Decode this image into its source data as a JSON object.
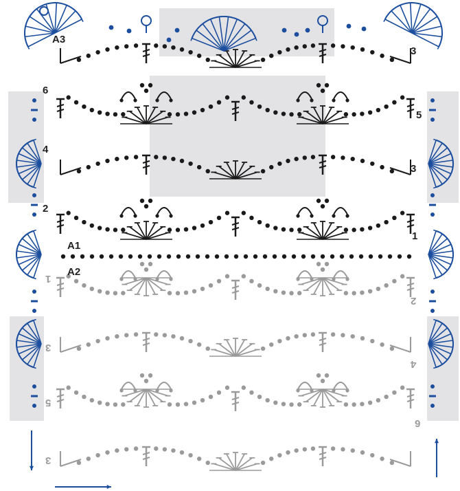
{
  "chart_data": {
    "type": "crochet-chart",
    "section_labels": [
      "A1",
      "A2",
      "A3"
    ],
    "row_labels_upper": [
      "1",
      "2",
      "3",
      "4",
      "5",
      "6",
      "3"
    ],
    "row_labels_lower": [
      "1",
      "2",
      "3",
      "4",
      "5",
      "6",
      "3"
    ],
    "symbols": [
      "chain",
      "double-crochet",
      "fan",
      "picot-loop",
      "edge-fan"
    ]
  },
  "colors": {
    "black": "#1a1a1a",
    "gray": "#9a9a9a",
    "blue": "#1c4e9e",
    "panel": "#e3e3e6"
  }
}
